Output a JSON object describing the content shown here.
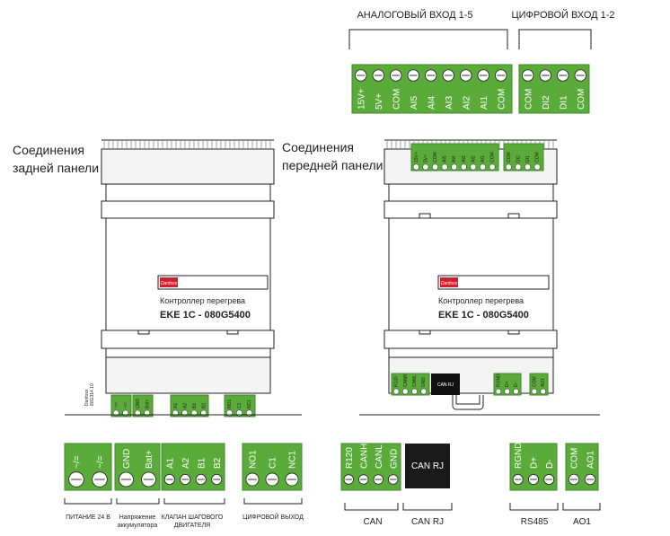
{
  "colors": {
    "terminal_green": "#5aab3a",
    "terminal_dark": "#3f8a2a",
    "body_fill": "#f4f4f4",
    "line": "#231f20",
    "logo_red": "#d21f2e"
  },
  "header_left": "АНАЛОГОВЫЙ ВХОД 1-5",
  "header_right": "ЦИФРОВОЙ ВХОД 1-2",
  "top_analog_pins": [
    "15V+",
    "5V+",
    "COM",
    "AI5",
    "AI4",
    "AI3",
    "AI2",
    "AI1",
    "COM"
  ],
  "top_digital_pins": [
    "COM",
    "DI2",
    "DI1",
    "COM"
  ],
  "back_title": [
    "Соединения",
    "задней панели"
  ],
  "front_title": [
    "Соединения",
    "передней панели"
  ],
  "controller_name": "Контроллер перегрева",
  "controller_model": "EKE 1C - 080G5400",
  "logo_text": "Danfoss",
  "docnum": [
    "Danfoss",
    "80G314.10"
  ],
  "can_rj_label": "CAN RJ",
  "back_small_pins": [
    "~/=",
    "~/=",
    "GND",
    "Bat+",
    "A1",
    "A2",
    "B1",
    "B2",
    "NO1",
    "C1",
    "NC1"
  ],
  "front_small_pins_top": [
    "15V+",
    "5V+",
    "COM",
    "AI5",
    "AI4",
    "AI3",
    "AI2",
    "AI1",
    "COM",
    "COM",
    "DI2",
    "DI1",
    "COM"
  ],
  "front_small_pins_bottom": [
    "R120",
    "CANH",
    "CANL",
    "GND",
    "RGND",
    "D+",
    "D-",
    "COM",
    "AO1"
  ],
  "back_groups": [
    {
      "pins": [
        "~/=",
        "~/="
      ],
      "caption": [
        "ПИТАНИЕ 24 В"
      ]
    },
    {
      "pins": [
        "GND",
        "Bat+"
      ],
      "caption": [
        "Напряжение",
        "аккумулятора"
      ]
    },
    {
      "pins": [
        "A1",
        "A2",
        "B1",
        "B2"
      ],
      "caption": [
        "КЛАПАН ШАГОВОГО",
        "ДВИГАТЕЛЯ"
      ]
    },
    {
      "pins": [
        "NO1",
        "C1",
        "NC1"
      ],
      "caption": [
        "ЦИФРОВОЙ ВЫХОД"
      ]
    }
  ],
  "front_groups": [
    {
      "pins": [
        "R120",
        "CANH",
        "CANL",
        "GND"
      ],
      "caption": "CAN"
    },
    {
      "pins": [],
      "caption": "CAN RJ"
    },
    {
      "pins": [
        "RGND",
        "D+",
        "D-"
      ],
      "caption": "RS485"
    },
    {
      "pins": [
        "COM",
        "AO1"
      ],
      "caption": "AO1"
    }
  ]
}
